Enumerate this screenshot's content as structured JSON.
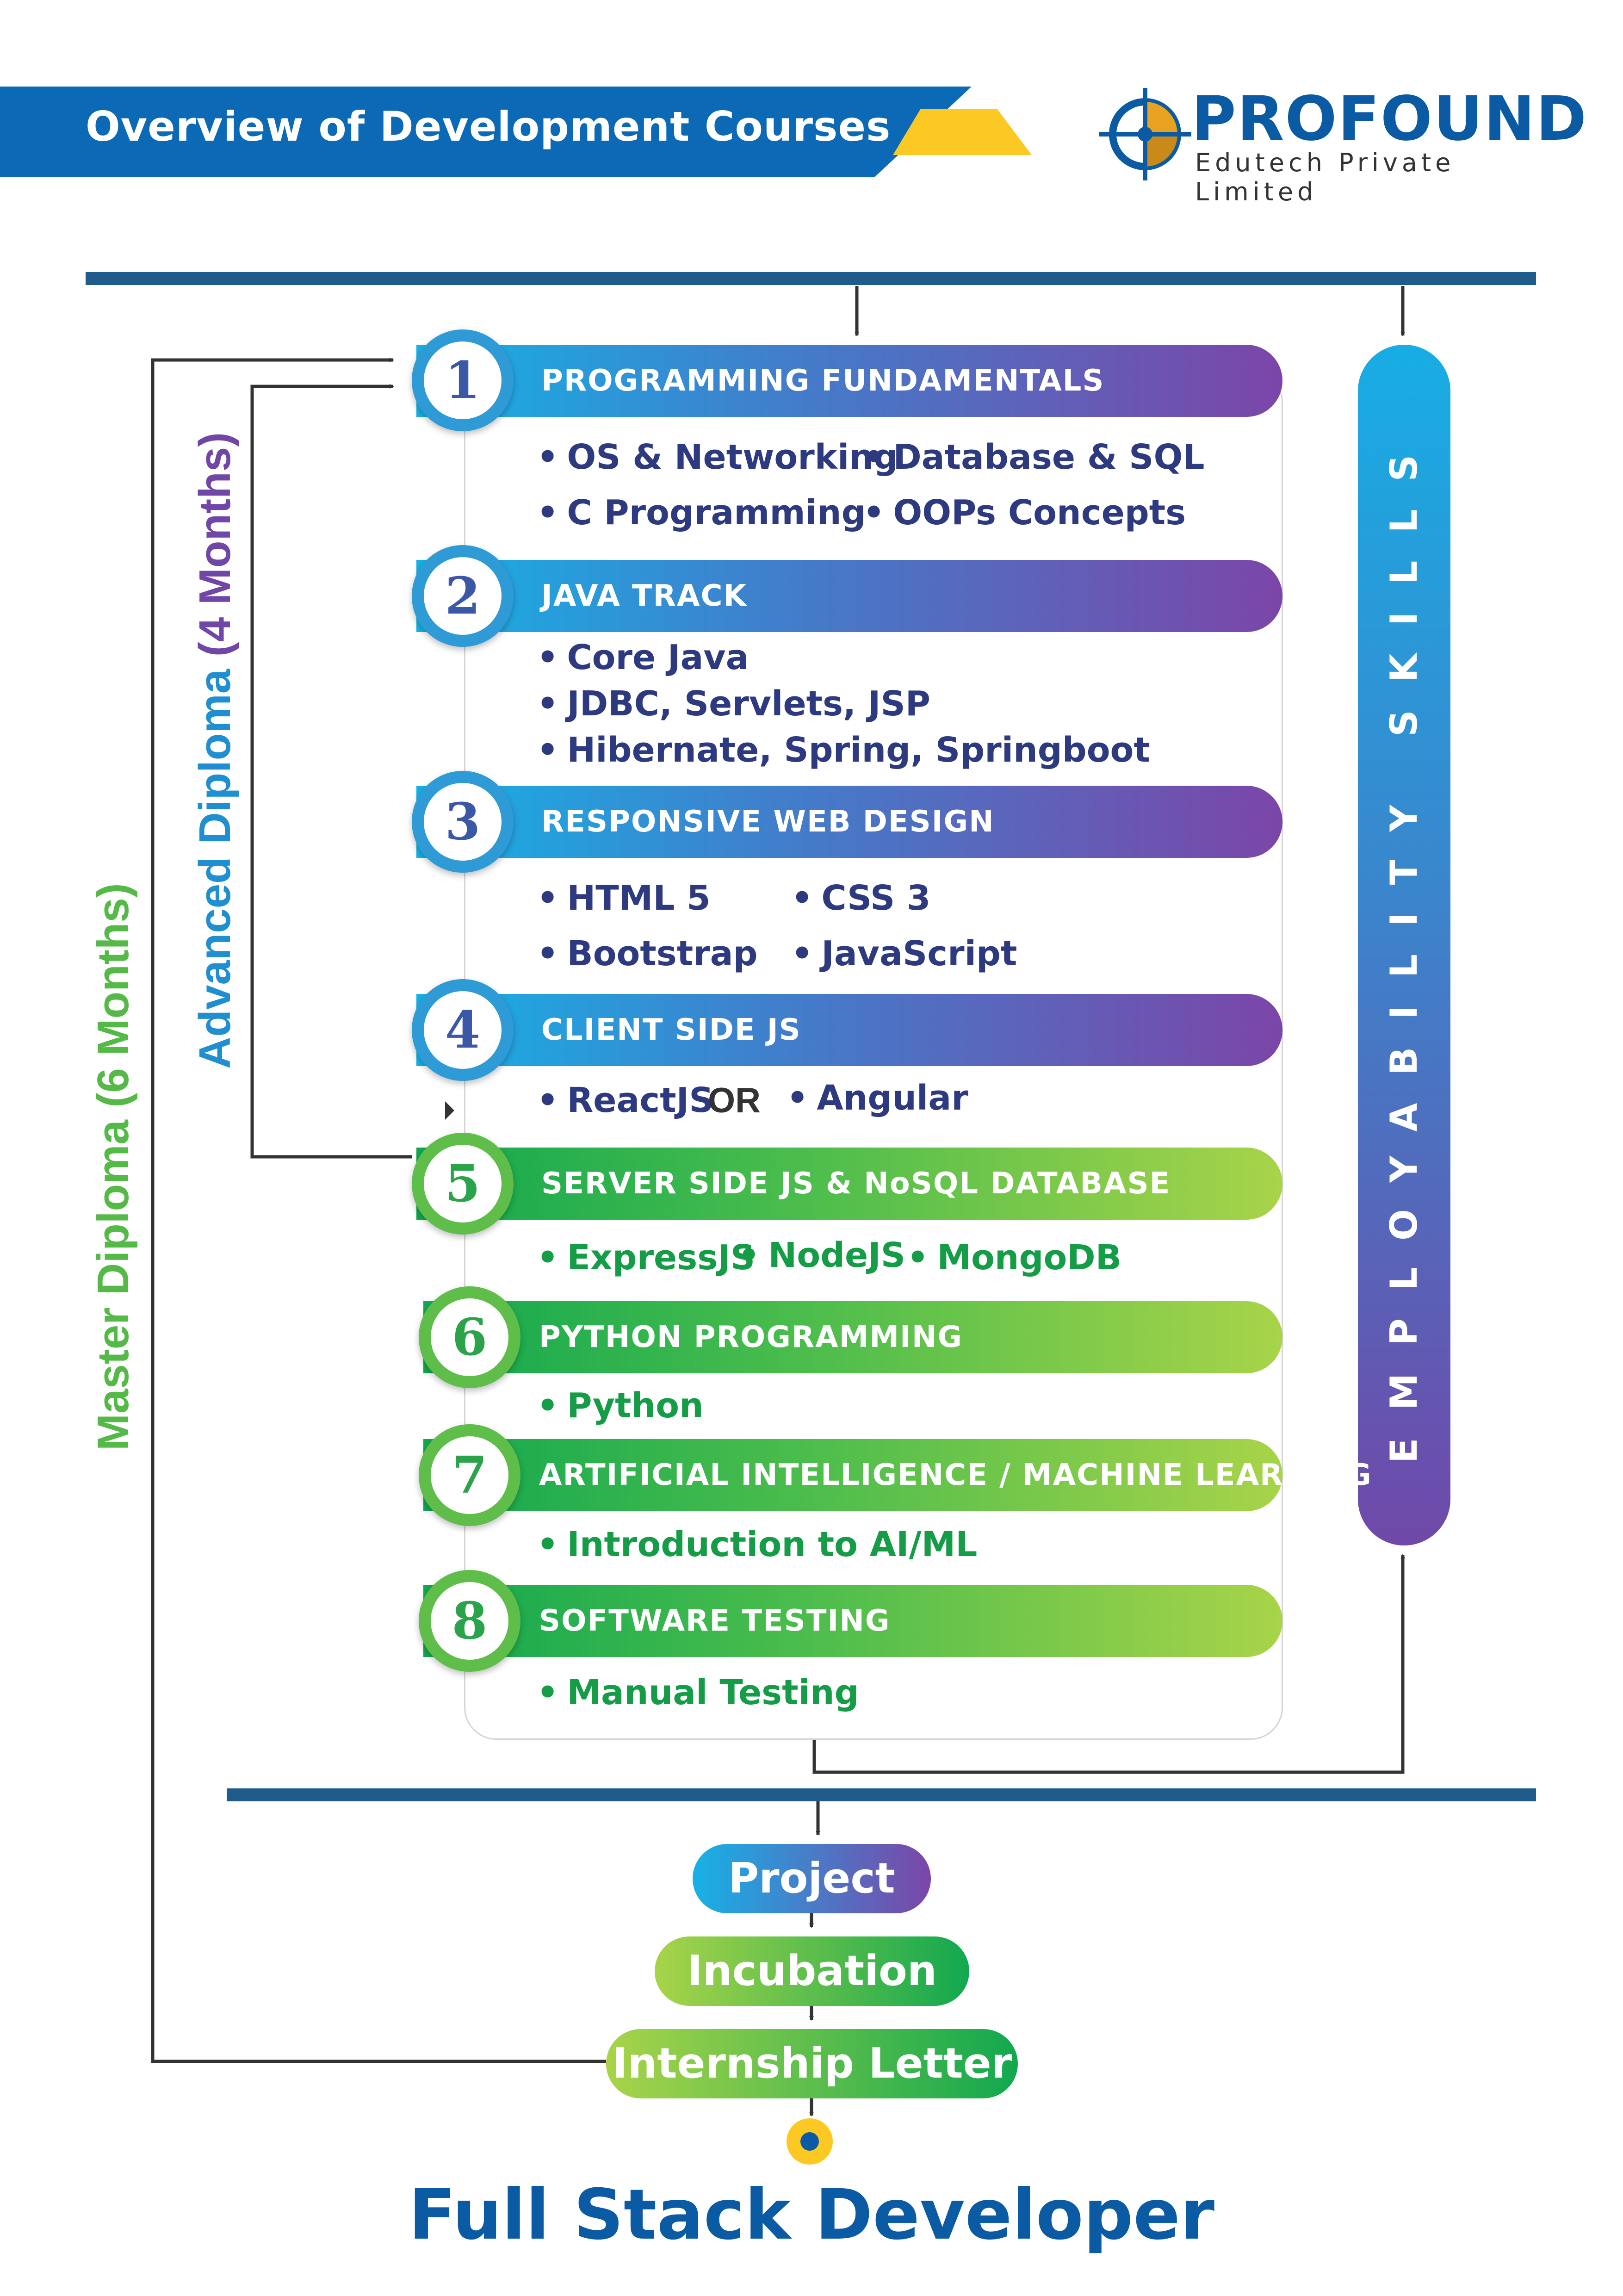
{
  "header": {
    "title": "Overview of Development Courses",
    "logo_name": "PROFOUND",
    "logo_subtitle": "Edutech Private Limited"
  },
  "courses": [
    {
      "number": "1",
      "title": "PROGRAMMING FUNDAMENTALS",
      "topics": [
        "OS & Networking",
        "Database & SQL",
        "C Programming",
        "OOPs Concepts"
      ]
    },
    {
      "number": "2",
      "title": "JAVA TRACK",
      "topics": [
        "Core Java",
        "JDBC, Servlets, JSP",
        "Hibernate, Spring, Springboot"
      ]
    },
    {
      "number": "3",
      "title": "RESPONSIVE WEB DESIGN",
      "topics": [
        "HTML 5",
        "CSS 3",
        "Bootstrap",
        "JavaScript"
      ]
    },
    {
      "number": "4",
      "title": "CLIENT SIDE JS",
      "topics": [
        "ReactJS",
        "Angular"
      ],
      "separator": "OR"
    },
    {
      "number": "5",
      "title": "SERVER SIDE JS & NoSQL DATABASE",
      "topics": [
        "ExpressJS",
        "NodeJS",
        "MongoDB"
      ]
    },
    {
      "number": "6",
      "title": "PYTHON PROGRAMMING",
      "topics": [
        "Python"
      ]
    },
    {
      "number": "7",
      "title": "ARTIFICIAL INTELLIGENCE / MACHINE LEARNING",
      "topics": [
        "Introduction to AI/ML"
      ]
    },
    {
      "number": "8",
      "title": "SOFTWARE TESTING",
      "topics": [
        "Manual Testing"
      ]
    }
  ],
  "bullet": "•",
  "side": {
    "employability": "EMPLOYABILITY SKILLS",
    "advanced_name": "Advanced Diploma",
    "advanced_duration": "(4 Months)",
    "master": "Master Diploma (6 Months)"
  },
  "pipeline": {
    "project": "Project",
    "incubation": "Incubation",
    "internship": "Internship Letter",
    "final": "Full Stack Developer"
  },
  "colors": {
    "brand_blue": "#0b69b5",
    "accent_yellow": "#fbc824",
    "purple_track": "#7b46a8",
    "green_track": "#5fbd4a",
    "connector": "#333333"
  }
}
